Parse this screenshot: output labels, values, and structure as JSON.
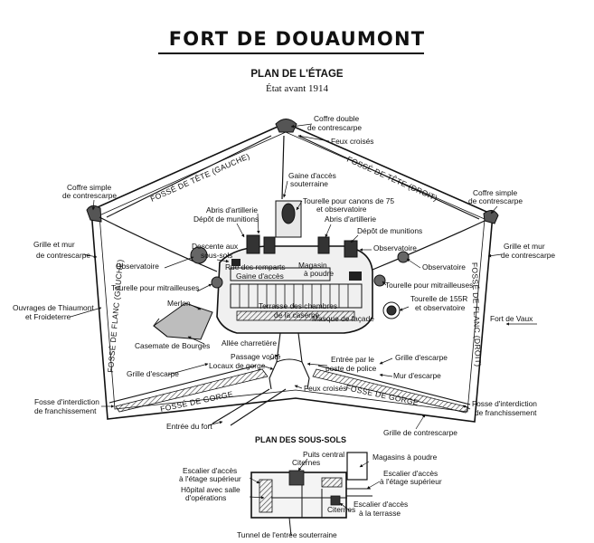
{
  "header": {
    "title": "FORT DE DOUAUMONT",
    "plan_title": "PLAN DE L'ÉTAGE",
    "state_caption": "État avant 1914"
  },
  "ditches": {
    "head_left": "FOSSÉ DE TÊTE (GAUCHE)",
    "head_right": "FOSSÉ DE TÊTE (DROIT)",
    "flank_left": "FOSSÉ DE FLANC (GAUCHE)",
    "flank_right": "FOSSÉ DE FLANC (DROIT)",
    "gorge_left": "FOSSÉ DE GORGE",
    "gorge_right": "FOSSÉ DE GORGE"
  },
  "labels": {
    "coffre_double": [
      "Coffre double",
      "de contrescarpe"
    ],
    "feux_croises_top": "Feux croisés",
    "gaine_souterraine": [
      "Gaine d'accès",
      "souterraine"
    ],
    "coffre_simple_left": [
      "Coffre simple",
      "de contrescarpe"
    ],
    "coffre_simple_right": [
      "Coffre simple",
      "de contrescarpe"
    ],
    "tourelle_75": [
      "Tourelle pour canons de 75",
      "et observatoire"
    ],
    "abris_artillerie_left": "Abris d'artillerie",
    "depot_munitions_left": "Dépôt de munitions",
    "abris_artillerie_right": "Abris d'artillerie",
    "depot_munitions_right": "Dépôt de munitions",
    "grille_mur_left": [
      "Grille et mur",
      "de contrescarpe"
    ],
    "grille_mur_right": [
      "Grille et mur",
      "de contrescarpe"
    ],
    "descente_sous_sols": [
      "Descente aux",
      "sous-sols"
    ],
    "observatoire_left": "Observatoire",
    "observatoire_right_upper": "Observatoire",
    "observatoire_right": "Observatoire",
    "rue_remparts": "Rue des remparts",
    "magasin_poudre": [
      "Magasin",
      "à poudre"
    ],
    "gaine_acces": "Gaine d'accès",
    "tourelle_mitrailleuses_left": "Tourelle pour mitrailleuses",
    "tourelle_mitrailleuses_right": "Tourelle pour mitrailleuses",
    "tourelle_155": [
      "Tourelle de 155R",
      "et observatoire"
    ],
    "ouvrages": [
      "Ouvrages de Thiaumont",
      "et Froideterre"
    ],
    "merlon": "Merlon",
    "terrasse_chambres": [
      "Terrasse des chambres",
      "de la caserne"
    ],
    "masque_facade": "Masque de façade",
    "fort_vaux": "Fort de Vaux",
    "casemate_bourges": "Casemate de Bourges",
    "allee_charretiere": "Allée charretière",
    "passage_voute": "Passage voûté",
    "locaux_gorge": "Locaux de gorge",
    "entree_poste": [
      "Entrée par le",
      "poste de police"
    ],
    "grille_escarpe_left": "Grille d'escarpe",
    "grille_escarpe_right": "Grille d'escarpe",
    "mur_escarpe": "Mur d'escarpe",
    "feux_croises_bottom": "Feux croisés",
    "fosse_interdiction_left": [
      "Fosse d'interdiction",
      "de franchissement"
    ],
    "fosse_interdiction_right": [
      "Fosse d'interdiction",
      "de franchissement"
    ],
    "entree_fort": "Entrée du fort",
    "grille_contrescarpe": "Grille de contrescarpe"
  },
  "basement": {
    "title": "PLAN DES SOUS-SOLS",
    "puits_central": "Puits central",
    "citernes_top": "Citernes",
    "magasins_poudre": "Magasins à poudre",
    "escalier_sup_left": [
      "Escalier d'accès",
      "à l'étage supérieur"
    ],
    "escalier_sup_right": [
      "Escalier d'accès",
      "à l'étage supérieur"
    ],
    "hopital": [
      "Hôpital avec salle",
      "d'opérations"
    ],
    "citernes_bottom": "Citernes",
    "escalier_terrasse": [
      "Escalier d'accès",
      "à la terrasse"
    ],
    "tunnel": "Tunnel de l'entrée souterraine"
  }
}
